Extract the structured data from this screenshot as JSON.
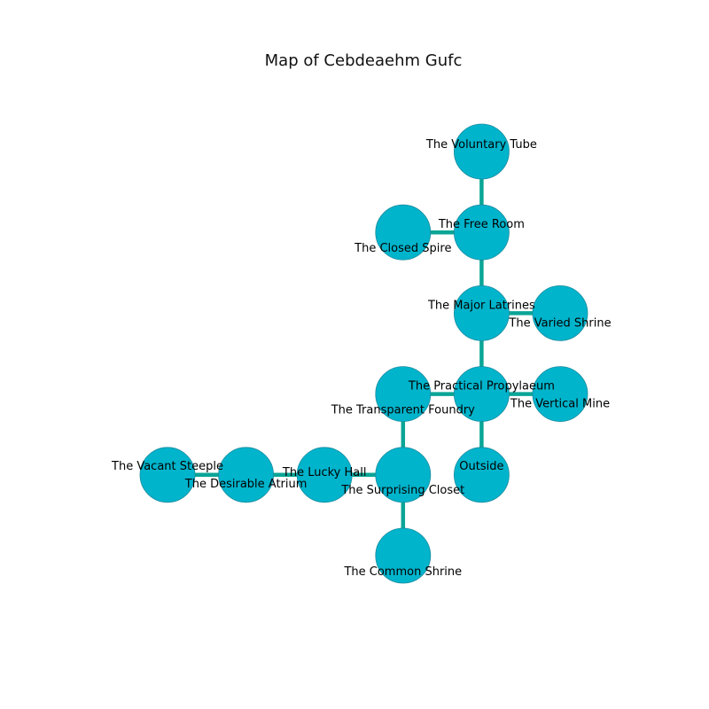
{
  "title": "Map of Cebdeaehm Gufc",
  "colors": {
    "node_fill": "#00b4cc",
    "node_stroke": "#1a8c9e",
    "edge": "#0aa596"
  },
  "nodes": [
    {
      "id": "voluntary-tube",
      "label": "The Voluntary Tube",
      "gx": 4,
      "gy": 0
    },
    {
      "id": "free-room",
      "label": "The Free Room",
      "gx": 4,
      "gy": 1
    },
    {
      "id": "closed-spire",
      "label": "The Closed Spire",
      "gx": 3,
      "gy": 1
    },
    {
      "id": "major-latrines",
      "label": "The Major Latrines",
      "gx": 4,
      "gy": 2
    },
    {
      "id": "varied-shrine",
      "label": "The Varied Shrine",
      "gx": 5,
      "gy": 2
    },
    {
      "id": "practical-propylaeum",
      "label": "The Practical Propylaeum",
      "gx": 4,
      "gy": 3
    },
    {
      "id": "vertical-mine",
      "label": "The Vertical Mine",
      "gx": 5,
      "gy": 3
    },
    {
      "id": "transparent-foundry",
      "label": "The Transparent Foundry",
      "gx": 3,
      "gy": 3
    },
    {
      "id": "outside",
      "label": "Outside",
      "gx": 4,
      "gy": 4
    },
    {
      "id": "surprising-closet",
      "label": "The Surprising Closet",
      "gx": 3,
      "gy": 4
    },
    {
      "id": "lucky-hall",
      "label": "The Lucky Hall",
      "gx": 2,
      "gy": 4
    },
    {
      "id": "desirable-atrium",
      "label": "The Desirable Atrium",
      "gx": 1,
      "gy": 4
    },
    {
      "id": "vacant-steeple",
      "label": "The Vacant Steeple",
      "gx": 0,
      "gy": 4
    },
    {
      "id": "common-shrine",
      "label": "The Common Shrine",
      "gx": 3,
      "gy": 5
    }
  ],
  "edges": [
    [
      "voluntary-tube",
      "free-room"
    ],
    [
      "free-room",
      "closed-spire"
    ],
    [
      "free-room",
      "major-latrines"
    ],
    [
      "major-latrines",
      "varied-shrine"
    ],
    [
      "major-latrines",
      "practical-propylaeum"
    ],
    [
      "practical-propylaeum",
      "vertical-mine"
    ],
    [
      "practical-propylaeum",
      "transparent-foundry"
    ],
    [
      "practical-propylaeum",
      "outside"
    ],
    [
      "transparent-foundry",
      "surprising-closet"
    ],
    [
      "surprising-closet",
      "lucky-hall"
    ],
    [
      "lucky-hall",
      "desirable-atrium"
    ],
    [
      "desirable-atrium",
      "vacant-steeple"
    ],
    [
      "surprising-closet",
      "common-shrine"
    ]
  ]
}
